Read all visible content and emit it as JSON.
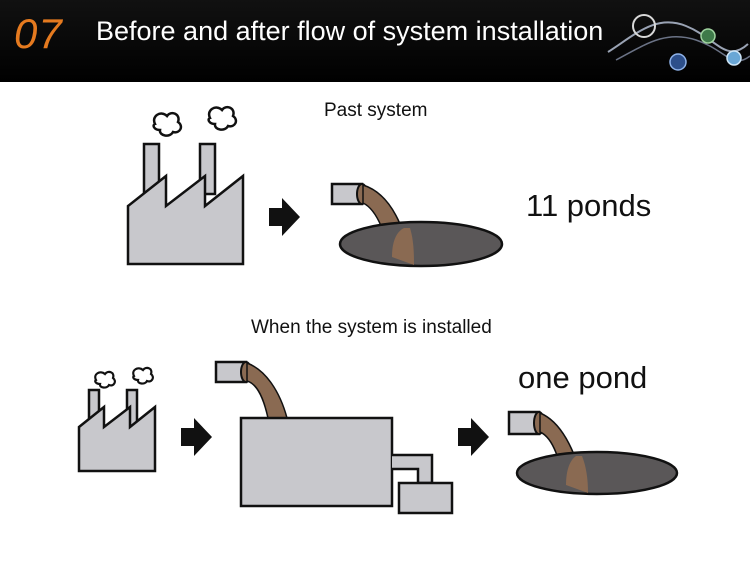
{
  "header": {
    "number": "07",
    "title": "Before and after flow of system installation"
  },
  "past": {
    "label": "Past system",
    "result": "11 ponds"
  },
  "installed": {
    "label": "When the system is installed",
    "result": "one pond"
  },
  "colors": {
    "header_bg": "#000000",
    "number_orange": "#e57a1f",
    "factory_gray": "#c8c8cc",
    "pond_dark": "#5a5758",
    "wastewater_brown": "#8a6a52",
    "outline": "#111111"
  },
  "icons": [
    "factory-icon",
    "arrow-right-icon",
    "discharge-pipe-icon",
    "pond-icon",
    "treatment-tank-icon"
  ]
}
